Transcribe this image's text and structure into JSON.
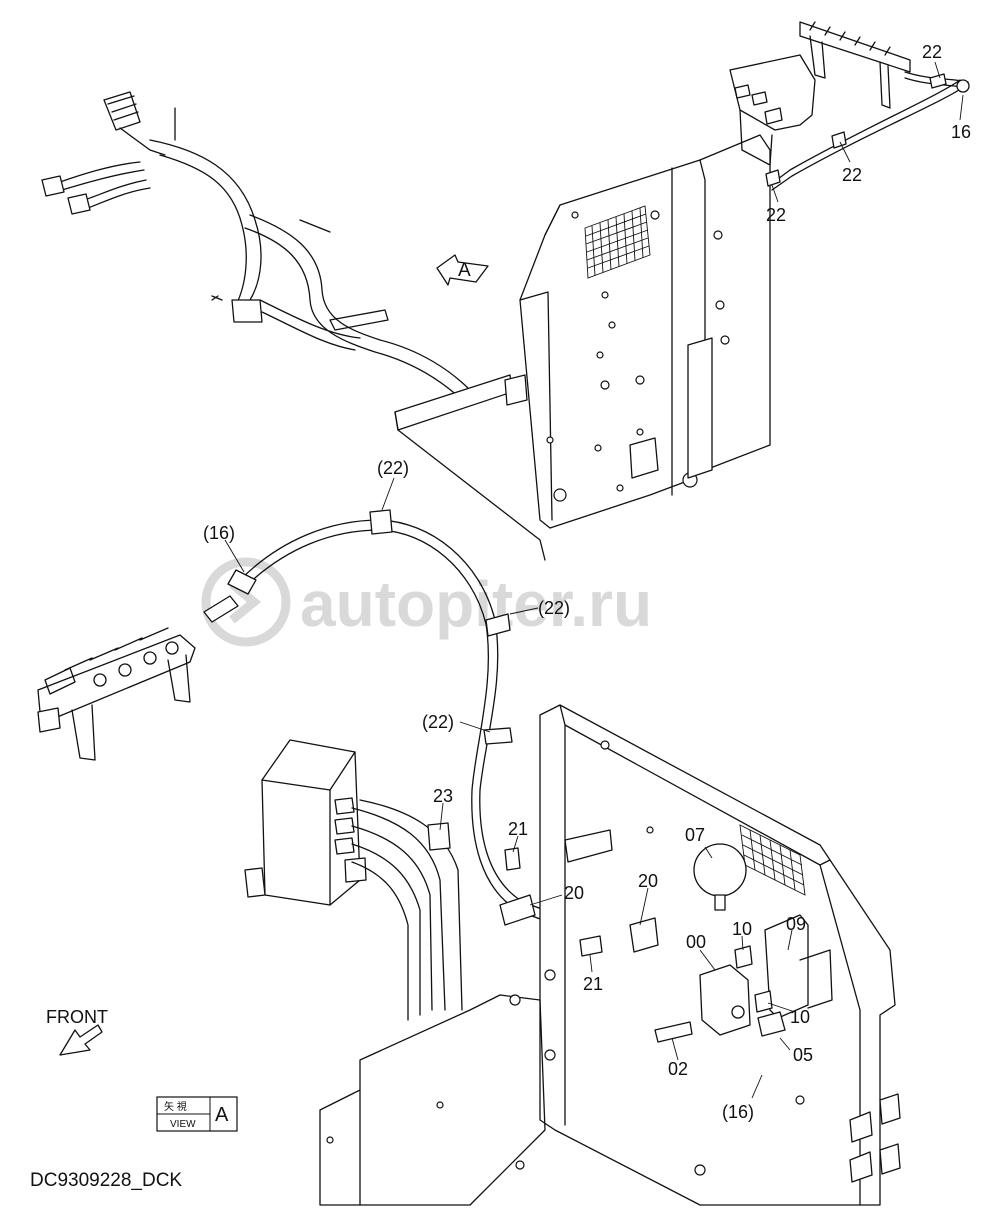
{
  "watermark": "autopiter.ru",
  "drawing_code": "DC9309228_DCK",
  "view_box": {
    "kanji": "矢 視",
    "view_word": "VIEW",
    "letter": "A"
  },
  "view_arrow_letter": "A",
  "front_label": "FRONT",
  "callouts": {
    "c22_top": "22",
    "c16_top": "16",
    "c22_mid_right": "22",
    "c22_mid_left": "22",
    "p22_a": "(22)",
    "p16_a": "(16)",
    "p22_b": "(22)",
    "p22_c": "(22)",
    "c23": "23",
    "c21_top": "21",
    "c20_left": "20",
    "c20_right": "20",
    "c07": "07",
    "c10_top": "10",
    "c09": "09",
    "c00": "00",
    "c21_bottom": "21",
    "c10_bottom": "10",
    "c05": "05",
    "c02": "02",
    "p16_b": "(16)"
  }
}
